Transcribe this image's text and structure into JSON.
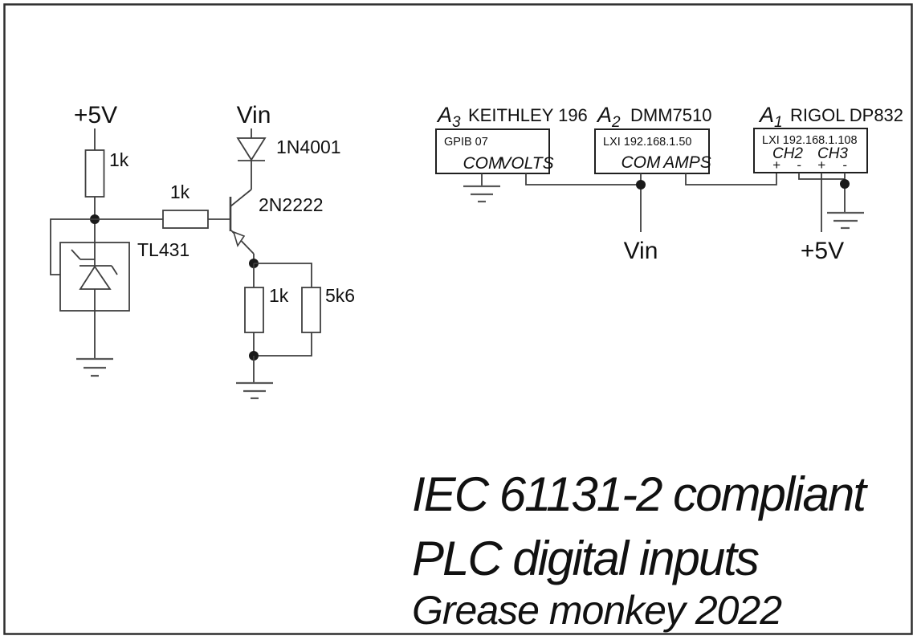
{
  "frame": {
    "background": "#ffffff",
    "border_color": "#2e2e2e"
  },
  "colors": {
    "wire": "#3f3f3f",
    "instrument_box": "#1f1f1f",
    "ground": "#585858",
    "junction_dot": "#1a1a1a",
    "text": "#111111"
  },
  "driver_circuit": {
    "supply_label": "+5V",
    "r_top_label": "1k",
    "r_base_label": "1k",
    "shunt_ref_label": "TL431",
    "vin_label": "Vin",
    "diode_label": "1N4001",
    "transistor_label": "2N2222",
    "r_load1_label": "1k",
    "r_load2_label": "5k6"
  },
  "instruments": [
    {
      "ref_letter": "A",
      "ref_sub": "3",
      "model": "KEITHLEY 196",
      "interface": "GPIB 07",
      "terminal_left": "COM",
      "terminal_right": "VOLTS"
    },
    {
      "ref_letter": "A",
      "ref_sub": "2",
      "model": "DMM7510",
      "interface": "LXI 192.168.1.50",
      "terminal_left": "COM",
      "terminal_right": "AMPS"
    },
    {
      "ref_letter": "A",
      "ref_sub": "1",
      "model": "RIGOL DP832",
      "interface": "LXI 192.168.1.108",
      "channel_left": "CH2",
      "channel_right": "CH3",
      "pin_signs": [
        "+",
        "-",
        "+",
        "-"
      ]
    }
  ],
  "net_labels": {
    "measure_vin": "Vin",
    "supply_5v": "+5V"
  },
  "title_block": {
    "line1": "IEC 61131-2 compliant",
    "line2": "PLC digital inputs",
    "credit": "Grease monkey 2022"
  }
}
